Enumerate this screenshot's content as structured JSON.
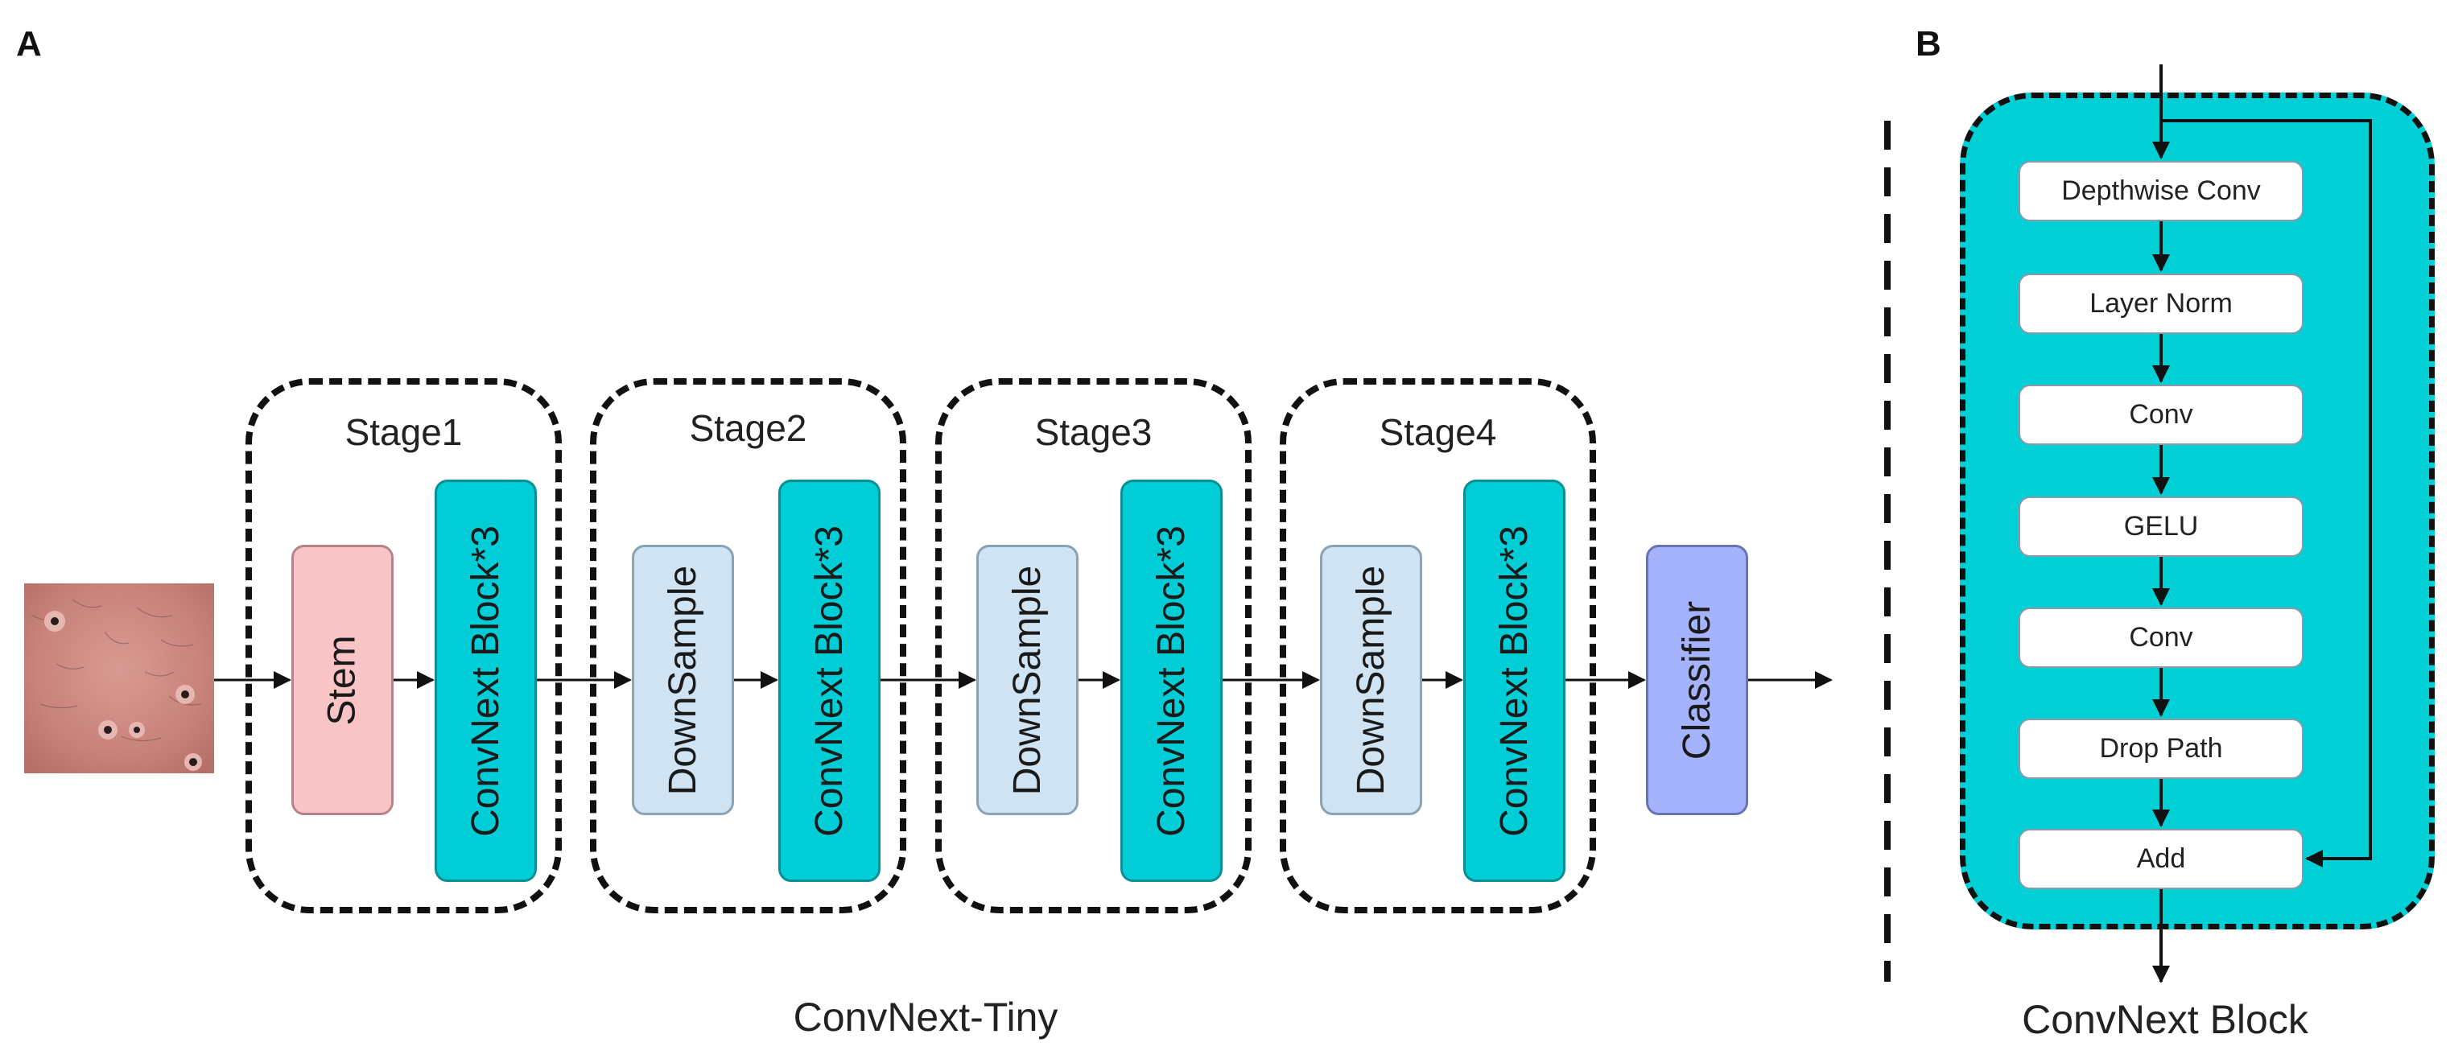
{
  "panels": {
    "a_label": "A",
    "b_label": "B"
  },
  "pipeline": {
    "caption": "ConvNext-Tiny",
    "stem_label": "Stem",
    "classifier_label": "Classifier",
    "stages": [
      {
        "title": "Stage1",
        "first_label": "Stem",
        "block_label": "ConvNext Block*3"
      },
      {
        "title": "Stage2",
        "first_label": "DownSample",
        "block_label": "ConvNext Block*3"
      },
      {
        "title": "Stage3",
        "first_label": "DownSample",
        "block_label": "ConvNext Block*3"
      },
      {
        "title": "Stage4",
        "first_label": "DownSample",
        "block_label": "ConvNext Block*3"
      }
    ]
  },
  "block": {
    "caption": "ConvNext Block",
    "layers": [
      "Depthwise Conv",
      "Layer Norm",
      "Conv",
      "GELU",
      "Conv",
      "Drop Path",
      "Add"
    ]
  },
  "colors": {
    "stem": "#f9c4c6",
    "downsample": "#cfe3f2",
    "convnext_block": "#00cdd6",
    "classifier": "#a4b3fb",
    "block_panel": "#00cfd6"
  }
}
